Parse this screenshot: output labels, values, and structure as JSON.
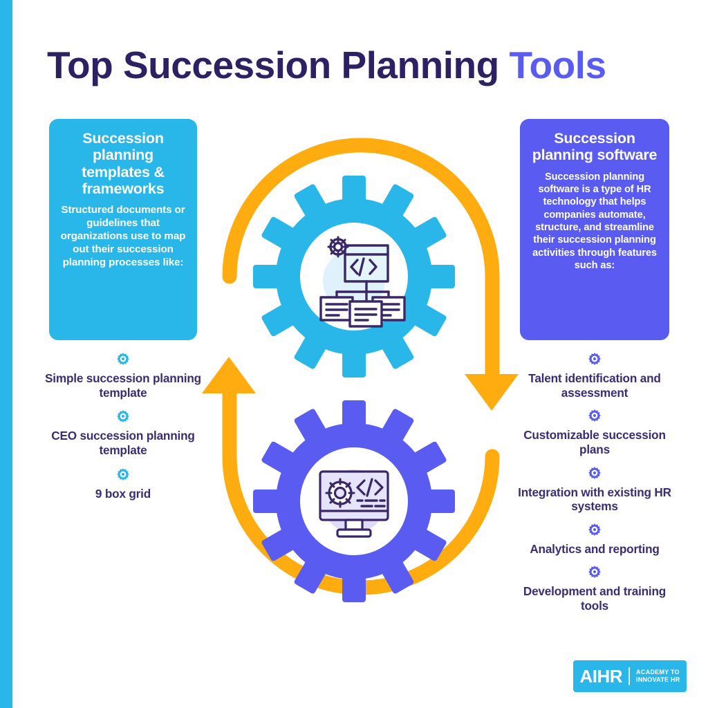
{
  "page": {
    "title_main": "Top Succession Planning ",
    "title_accent": "Tools",
    "edge_stripe_color": "#29b6e8",
    "background": "#ffffff"
  },
  "colors": {
    "cyan": "#29b6e8",
    "purple": "#5a5bf0",
    "orange": "#ffac10",
    "dark_navy": "#2e2163",
    "bullet_text": "#3a2e73"
  },
  "left_card": {
    "title": "Succession planning templates & frameworks",
    "description": "Structured documents or guidelines that organizations use to map out their succession planning processes like:",
    "background": "#29b6e8"
  },
  "right_card": {
    "title": "Succession planning software",
    "description": "Succession planning software is a type of HR technology that helps companies automate, structure, and streamline their succession planning activities through features such as:",
    "background": "#5a5bf0"
  },
  "left_bullets": {
    "icon": "gear-icon",
    "icon_color": "#29b6e8",
    "items": [
      {
        "label": "Simple succession planning template"
      },
      {
        "label": "CEO succession planning template"
      },
      {
        "label": "9 box grid"
      }
    ]
  },
  "right_bullets": {
    "icon": "gear-icon",
    "icon_color": "#5a5bf0",
    "items": [
      {
        "label": "Talent identification and assessment"
      },
      {
        "label": "Customizable succession plans"
      },
      {
        "label": "Integration with existing HR systems"
      },
      {
        "label": "Analytics and reporting"
      },
      {
        "label": "Development and training tools"
      }
    ]
  },
  "center": {
    "top_gear": {
      "name": "templates-gear",
      "color": "#29b6e8",
      "inner_icon": "sitemap-code-window-icon"
    },
    "bottom_gear": {
      "name": "software-gear",
      "color": "#5a5bf0",
      "inner_icon": "monitor-code-gear-icon"
    },
    "cycle_arrows": {
      "name": "circular-cycle-arrows",
      "color": "#ffac10",
      "direction": "clockwise"
    }
  },
  "logo": {
    "mark": "AIHR",
    "tagline_line1": "ACADEMY TO",
    "tagline_line2": "INNOVATE HR",
    "background": "#29b6e8"
  }
}
